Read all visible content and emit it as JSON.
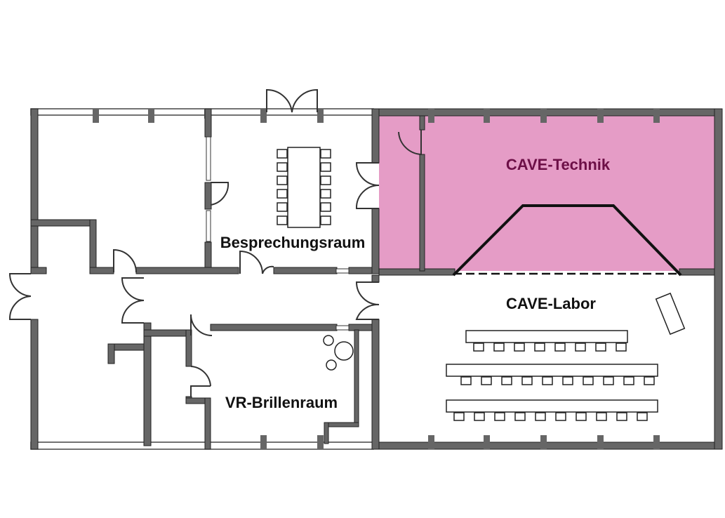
{
  "floorplan": {
    "rooms": [
      {
        "id": "cave-technik",
        "label": "CAVE-Technik",
        "highlighted": true
      },
      {
        "id": "cave-labor",
        "label": "CAVE-Labor",
        "highlighted": false
      },
      {
        "id": "besprechungsraum",
        "label": "Besprechungsraum",
        "highlighted": false
      },
      {
        "id": "vr-brillenraum",
        "label": "VR-Brillenraum",
        "highlighted": false
      }
    ]
  },
  "colors": {
    "wall": "#555555",
    "wall_outline": "#222222",
    "highlight_fill": "#e59cc6",
    "highlight_text": "#6d0f47",
    "background": "#ffffff"
  }
}
